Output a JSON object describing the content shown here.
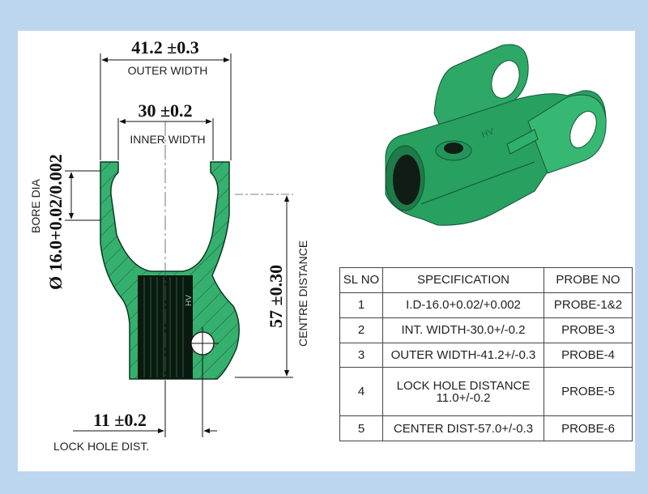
{
  "dims": {
    "outer_width_value": "41.2 ±0.3",
    "outer_width_label": "OUTER WIDTH",
    "inner_width_value": "30 ±0.2",
    "inner_width_label": "INNER WIDTH",
    "bore_label": "BORE DIA",
    "bore_value": "Ø 16.0+0.02/0.002",
    "centre_value": "57 ±0.30",
    "centre_label": "CENTRE DISTANCE",
    "lock_value": "11 ±0.2",
    "lock_label": "LOCK HOLE DIST."
  },
  "marks": {
    "hv": "HV"
  },
  "colors": {
    "part": "#35b06e",
    "part_dark": "#1e7a48",
    "bore": "#0b1a10",
    "frame": "#bcd6ee"
  },
  "table": {
    "headers": [
      "SL NO",
      "SPECIFICATION",
      "PROBE NO"
    ],
    "rows": [
      {
        "sl": "1",
        "spec": "I.D-16.0+0.02/+0.002",
        "probe": "PROBE-1&2"
      },
      {
        "sl": "2",
        "spec": "INT. WIDTH-30.0+/-0.2",
        "probe": "PROBE-3"
      },
      {
        "sl": "3",
        "spec": "OUTER WIDTH-41.2+/-0.3",
        "probe": "PROBE-4"
      },
      {
        "sl": "4",
        "spec": "LOCK HOLE DISTANCE 11.0+/-0.2",
        "probe": "PROBE-5"
      },
      {
        "sl": "5",
        "spec": "CENTER DIST-57.0+/-0.3",
        "probe": "PROBE-6"
      }
    ]
  }
}
